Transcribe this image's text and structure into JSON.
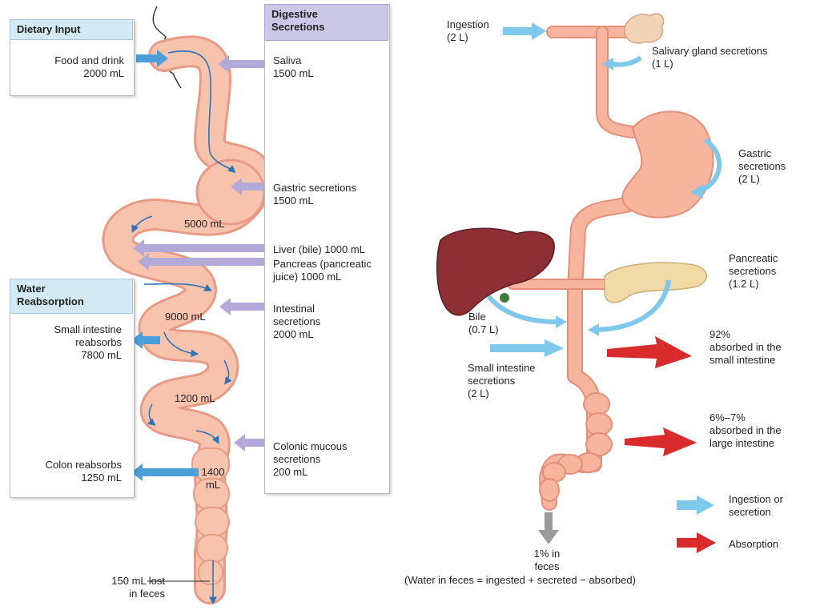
{
  "left_panel": {
    "dietary_input": {
      "title": "Dietary Input",
      "items": [
        "Food and drink\n2000 mL"
      ]
    },
    "digestive_secretions": {
      "title": "Digestive\nSecretions",
      "items": [
        "Saliva\n1500 mL",
        "Gastric secretions\n1500 mL",
        "Liver (bile) 1000 mL",
        "Pancreas (pancreatic\njuice) 1000 mL",
        "Intestinal\nsecretions\n2000 mL",
        "Colonic mucous\nsecretions\n200 mL"
      ]
    },
    "water_reabsorption": {
      "title": "Water\nReabsorption",
      "items": [
        "Small intestine\nreabsorbs\n7800 mL",
        "Colon reabsorbs\n1250 mL"
      ]
    },
    "volumes": [
      "5000 mL",
      "9000 mL",
      "1200 mL",
      "1400\nmL"
    ],
    "feces_label": "150 mL lost\nin feces"
  },
  "right_panel": {
    "labels": {
      "ingestion": "Ingestion\n(2 L)",
      "salivary": "Salivary gland secretions\n(1 L)",
      "gastric": "Gastric\nsecretions\n(2 L)",
      "pancreatic": "Pancreatic\nsecretions\n(1.2 L)",
      "bile": "Bile\n(0.7 L)",
      "small_intestine_secretions": "Small intestine\nsecretions\n(2 L)",
      "absorbed_small": "92%\nabsorbed in the\nsmall intestine",
      "absorbed_large": "6%–7%\nabsorbed in the\nlarge intestine",
      "feces": "1% in\nfeces",
      "equation": "(Water in feces = ingested + secreted − absorbed)"
    },
    "legend": [
      {
        "label": "Ingestion or\nsecretion",
        "color": "#7ec8ec"
      },
      {
        "label": "Absorption",
        "color": "#d92b2b"
      }
    ]
  },
  "colors": {
    "tract": "#f6b49c",
    "tract_edge": "#e08a74",
    "blue_arrow": "#4a9fd8",
    "purple_arrow": "#b3a9d9",
    "light_blue_arrow": "#7ec8ec",
    "red_arrow": "#d92b2b",
    "liver": "#8e2f36",
    "pancreas": "#f1d9a8"
  }
}
